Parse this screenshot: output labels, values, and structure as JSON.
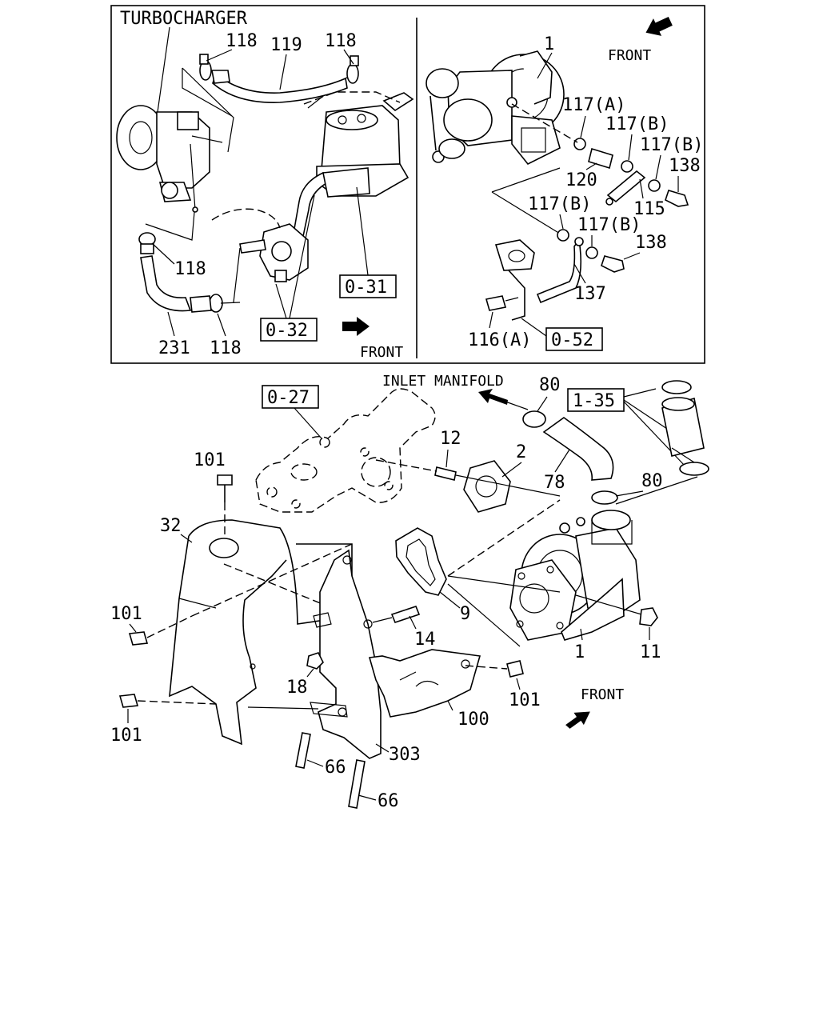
{
  "upper_left": {
    "title": "TURBOCHARGER",
    "callouts": {
      "c118a": "118",
      "c119": "119",
      "c118b": "118",
      "c118c": "118",
      "c231": "231",
      "c118d": "118"
    },
    "refs": {
      "r031": "0-31",
      "r032": "0-32"
    },
    "front": "FRONT"
  },
  "upper_right": {
    "front": "FRONT",
    "callouts": {
      "c1": "1",
      "c117a": "117(A)",
      "c117b1": "117(B)",
      "c117b2": "117(B)",
      "c138a": "138",
      "c120": "120",
      "c115": "115",
      "c117b3": "117(B)",
      "c117b4": "117(B)",
      "c138b": "138",
      "c137": "137",
      "c116a": "116(A)"
    },
    "refs": {
      "r052": "0-52"
    }
  },
  "lower": {
    "inlet_manifold": "INLET MANIFOLD",
    "front": "FRONT",
    "refs": {
      "r027": "0-27",
      "r135": "1-35"
    },
    "callouts": {
      "c80a": "80",
      "c12": "12",
      "c2": "2",
      "c78": "78",
      "c80b": "80",
      "c101a": "101",
      "c32": "32",
      "c9": "9",
      "c101b": "101",
      "c14": "14",
      "c1": "1",
      "c11": "11",
      "c18": "18",
      "c101c": "101",
      "c101d": "101",
      "c100": "100",
      "c303": "303",
      "c66a": "66",
      "c66b": "66"
    }
  }
}
